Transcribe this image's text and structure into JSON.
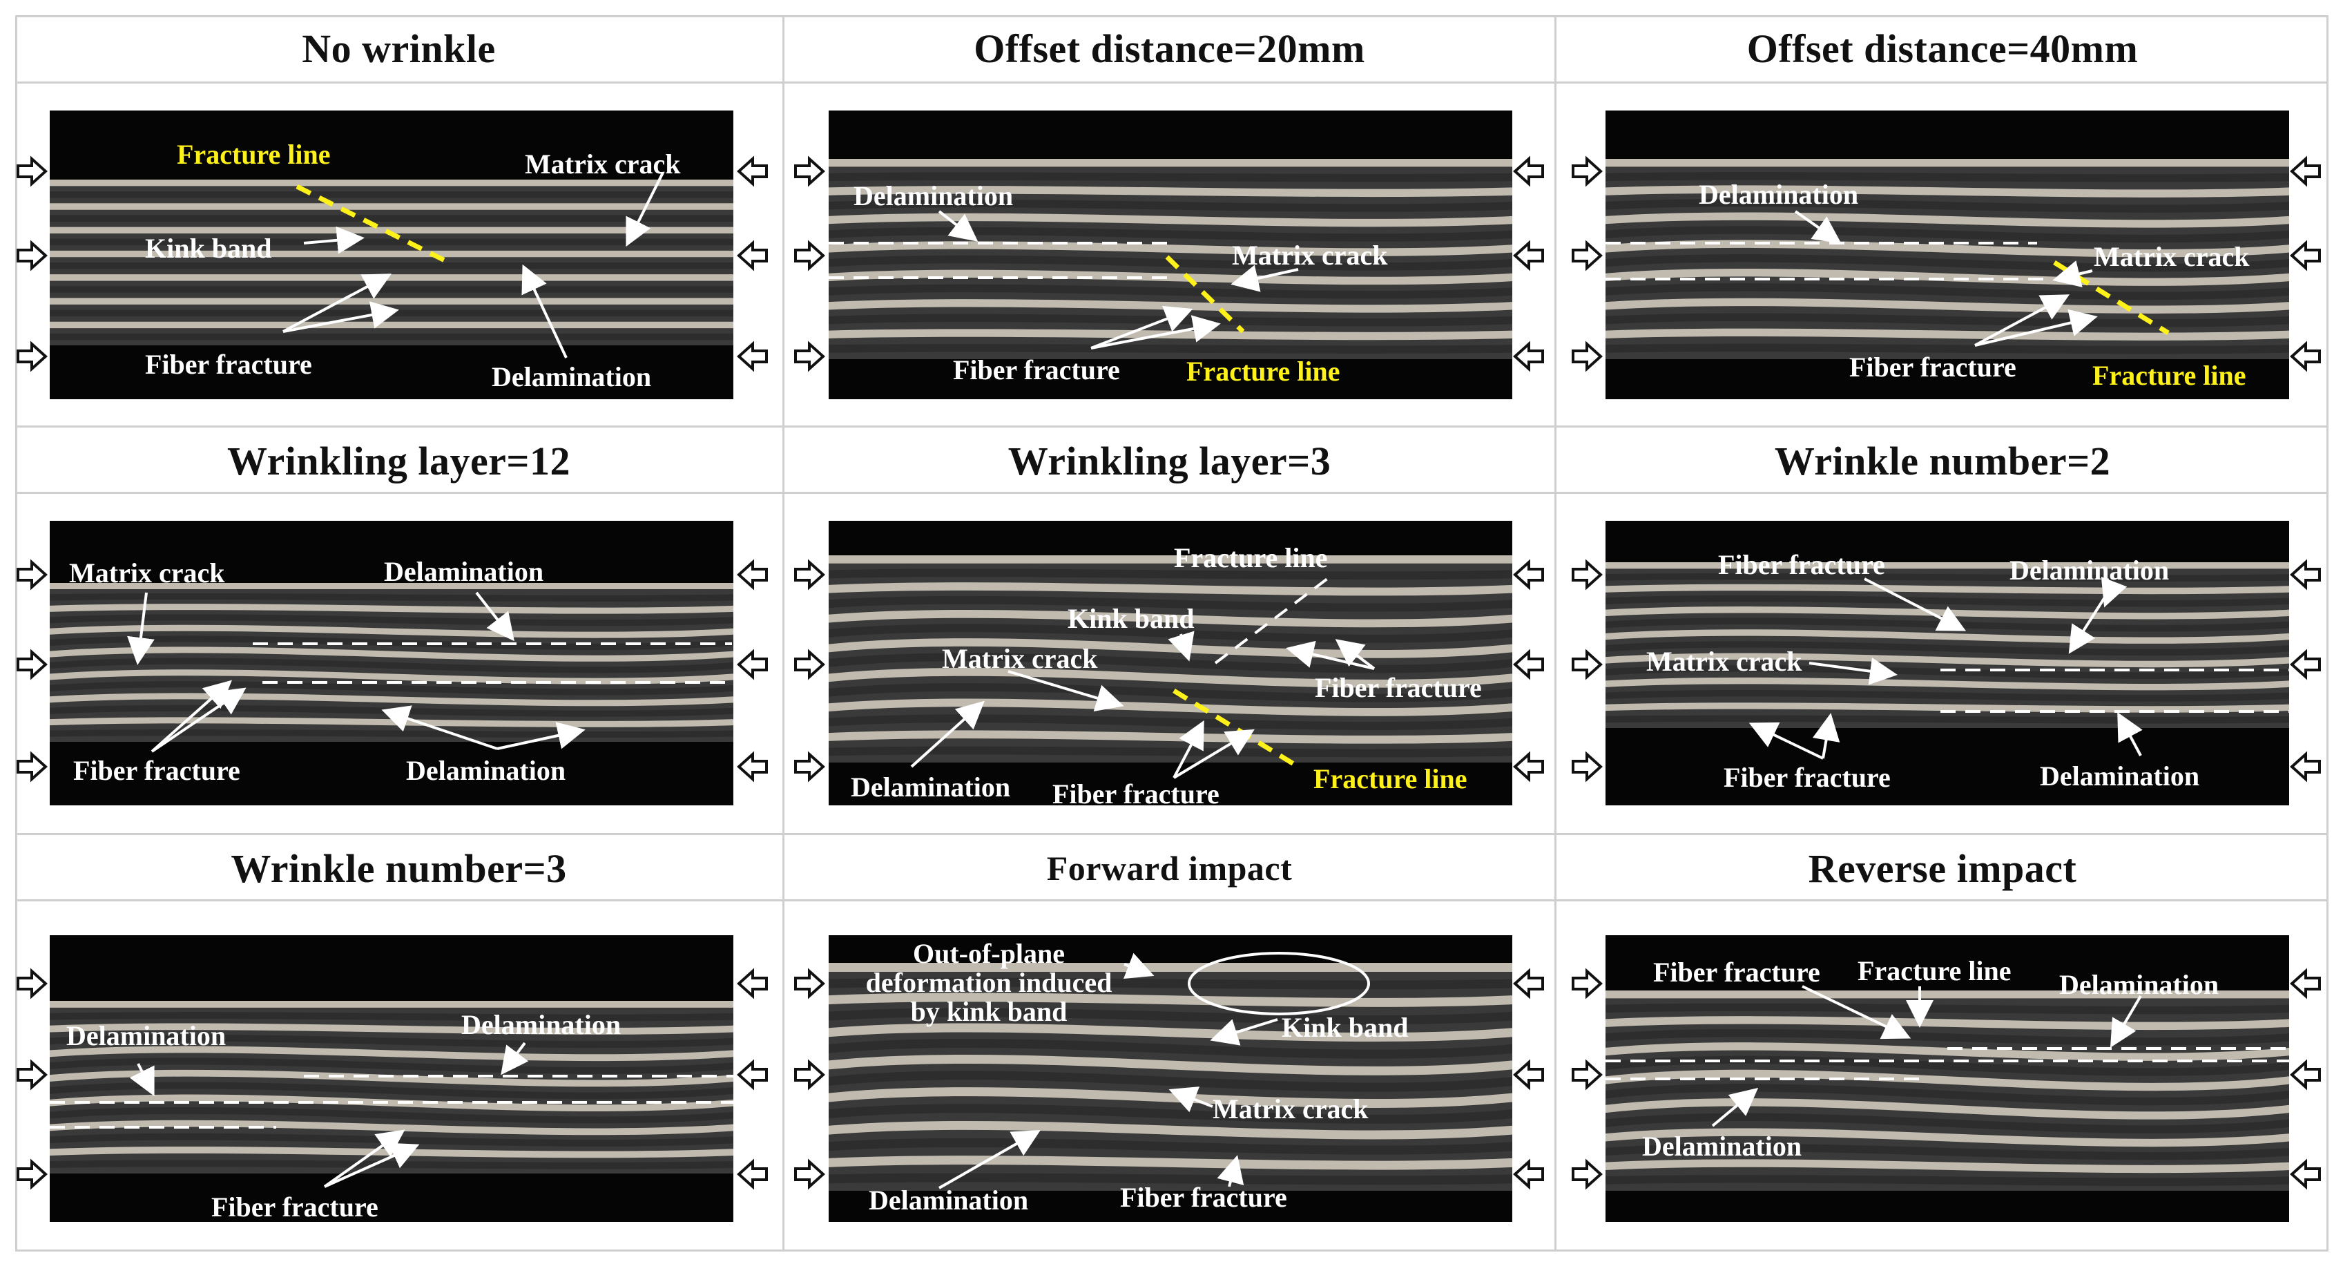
{
  "panels": [
    {
      "title": "No wrinkle",
      "labels": {
        "fracture_line": "Fracture line",
        "matrix_crack": "Matrix crack",
        "kink_band": "Kink band",
        "fiber_fracture": "Fiber fracture",
        "delamination": "Delamination"
      }
    },
    {
      "title": "Offset distance=20mm",
      "labels": {
        "delamination": "Delamination",
        "matrix_crack": "Matrix crack",
        "fiber_fracture": "Fiber fracture",
        "fracture_line": "Fracture line"
      }
    },
    {
      "title": "Offset distance=40mm",
      "labels": {
        "delamination": "Delamination",
        "matrix_crack": "Matrix crack",
        "fiber_fracture": "Fiber fracture",
        "fracture_line": "Fracture line"
      }
    },
    {
      "title": "Wrinkling layer=12",
      "labels": {
        "matrix_crack": "Matrix crack",
        "delamination_top": "Delamination",
        "fiber_fracture": "Fiber fracture",
        "delamination_bottom": "Delamination"
      }
    },
    {
      "title": "Wrinkling layer=3",
      "labels": {
        "fracture_line_top": "Fracture line",
        "kink_band": "Kink band",
        "matrix_crack": "Matrix crack",
        "fiber_fracture_right": "Fiber fracture",
        "delamination": "Delamination",
        "fiber_fracture_bottom": "Fiber fracture",
        "fracture_line_bottom": "Fracture line"
      }
    },
    {
      "title": "Wrinkle number=2",
      "labels": {
        "fiber_fracture_top": "Fiber fracture",
        "delamination_top": "Delamination",
        "matrix_crack": "Matrix crack",
        "fiber_fracture_bottom": "Fiber fracture",
        "delamination_bottom": "Delamination"
      }
    },
    {
      "title": "Wrinkle number=3",
      "labels": {
        "delamination_left": "Delamination",
        "delamination_right": "Delamination",
        "fiber_fracture": "Fiber fracture"
      }
    },
    {
      "title": "Forward impact",
      "labels": {
        "out_of_plane": "Out-of-plane\ndeformation induced\nby kink band",
        "kink_band": "Kink band",
        "matrix_crack": "Matrix crack",
        "delamination": "Delamination",
        "fiber_fracture": "Fiber fracture"
      }
    },
    {
      "title": "Reverse impact",
      "labels": {
        "fiber_fracture": "Fiber fracture",
        "fracture_line": "Fracture line",
        "delamination_top": "Delamination",
        "delamination_bottom": "Delamination"
      }
    }
  ],
  "colors": {
    "fracture_line": "#fff21a",
    "label": "#ffffff",
    "specimen_bg": "#050505",
    "ply_light": "#cfc9bd",
    "ply_dark": "#3a3a3a",
    "grid": "#cfcfcf"
  },
  "icons": {
    "load_arrow": "hollow-arrow-pointing-inward"
  }
}
